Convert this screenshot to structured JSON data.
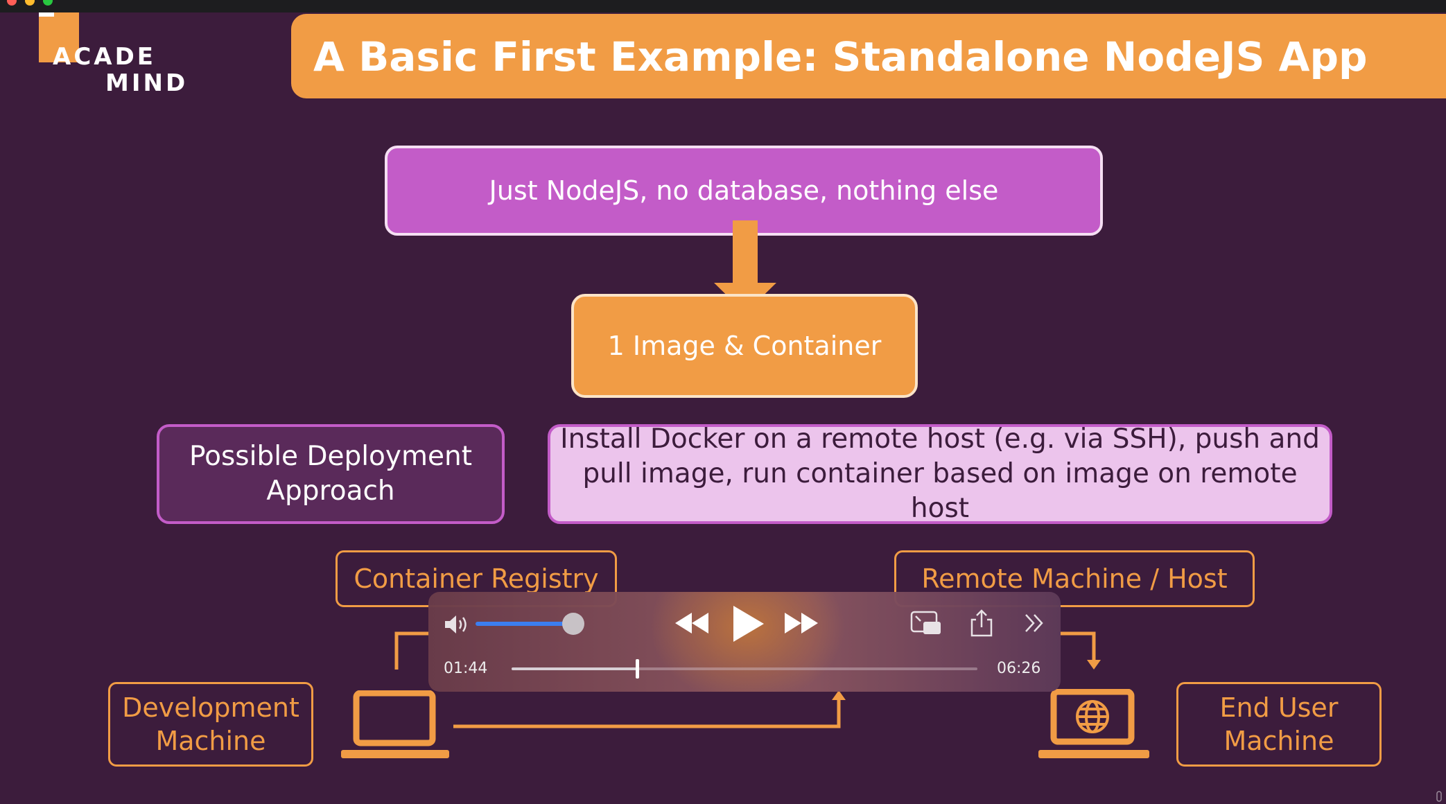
{
  "window": {
    "title": ""
  },
  "logo": {
    "line1": "ACADE",
    "line2": "MIND"
  },
  "slide": {
    "title": "A Basic First Example: Standalone NodeJS App",
    "nodejs_box": "Just NodeJS, no database, nothing else",
    "image_box": "1 Image & Container",
    "approach_box": "Possible Deployment Approach",
    "install_box": "Install Docker on a remote host (e.g. via SSH), push and pull image, run container based on image on remote host",
    "registry_label": "Container Registry",
    "remote_label": "Remote Machine / Host",
    "dev_label": "Development Machine",
    "enduser_label": "End User Machine"
  },
  "player": {
    "current_time": "01:44",
    "total_time": "06:26",
    "progress_fraction": 0.27,
    "volume_fraction": 0.82
  },
  "colors": {
    "background": "#3c1c3c",
    "orange": "#f19c45",
    "purple": "#c35cc8",
    "light_purple": "#ecc4ec",
    "volume_blue": "#3b7ef0"
  },
  "icons": {
    "volume": "volume-icon",
    "rewind": "rewind-icon",
    "play": "play-icon",
    "forward": "fast-forward-icon",
    "pip": "picture-in-picture-icon",
    "share": "share-icon",
    "more": "more-icon",
    "laptop": "laptop-icon",
    "globe": "globe-icon"
  }
}
